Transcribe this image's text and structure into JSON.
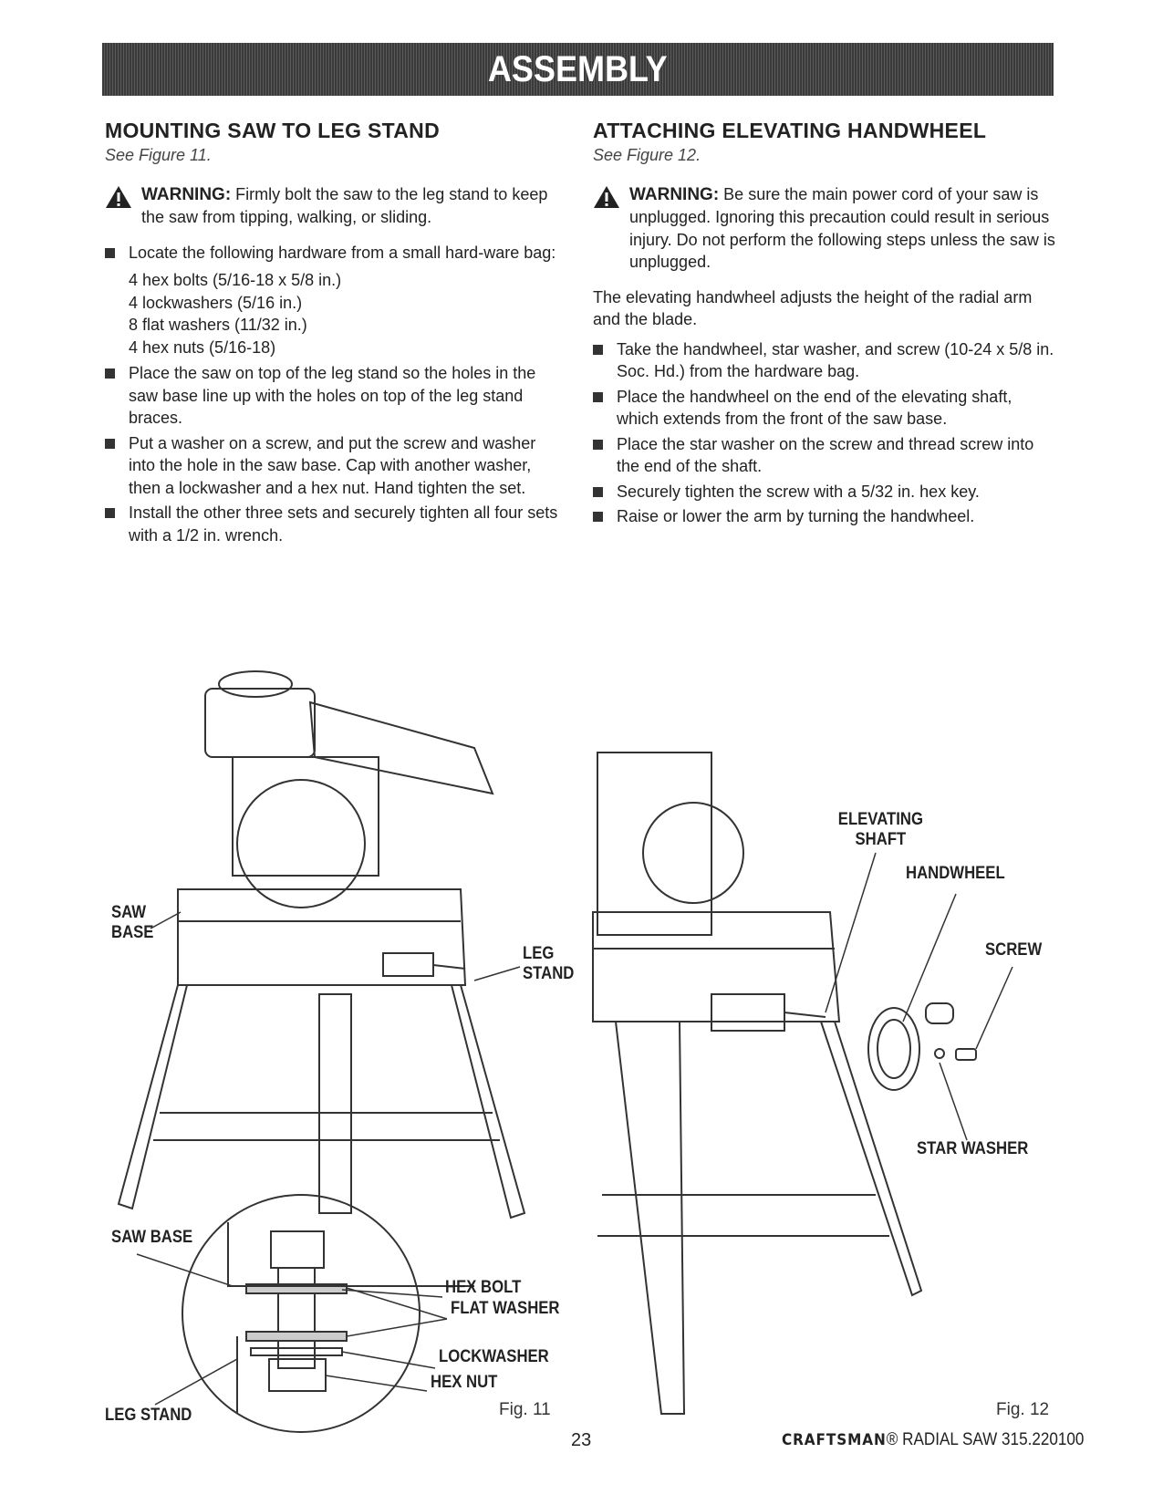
{
  "header": {
    "title": "ASSEMBLY"
  },
  "left": {
    "heading": "MOUNTING SAW TO LEG STAND",
    "see_figure": "See Figure 11.",
    "warning_label": "WARNING:",
    "warning_text": "Firmly bolt the saw to the leg stand to keep the saw from tipping, walking, or sliding.",
    "bullet_1": "Locate the following hardware from a small hard-ware bag:",
    "hardware": [
      "4 hex bolts (5/16-18 x 5/8 in.)",
      "4 lockwashers (5/16 in.)",
      "8 flat washers (11/32 in.)",
      "4 hex nuts (5/16-18)"
    ],
    "bullets": [
      "Place the saw on top of the leg stand so the holes in the saw base line up with the holes on top of the leg stand braces.",
      "Put a washer on a screw, and put the screw and washer into the hole in the saw base. Cap with another washer, then a lockwasher and a hex nut. Hand tighten the set.",
      "Install the other three sets and securely tighten all four sets with a 1/2 in. wrench."
    ]
  },
  "right": {
    "heading": "ATTACHING ELEVATING HANDWHEEL",
    "see_figure": "See Figure 12.",
    "warning_label": "WARNING:",
    "warning_text": "Be sure the main power cord of your saw is unplugged. Ignoring this precaution could result in serious injury. Do not perform the following steps unless the saw is unplugged.",
    "intro": "The elevating handwheel adjusts the height of the radial arm and the blade.",
    "bullets": [
      "Take the handwheel, star washer, and screw (10-24 x 5/8 in. Soc. Hd.) from the hardware bag.",
      "Place the handwheel on the end of the elevating shaft, which extends from the front of the saw base.",
      "Place the star washer on the screw and thread screw into the end of the shaft.",
      "Securely tighten the screw with a 5/32 in. hex key.",
      "Raise or lower the arm by turning the handwheel."
    ]
  },
  "fig11": {
    "saw_base": "SAW BASE",
    "leg_stand": "LEG STAND",
    "detail_saw_base": "SAW BASE",
    "hex_bolt": "HEX BOLT",
    "flat_washer": "FLAT WASHER",
    "lockwasher": "LOCKWASHER",
    "hex_nut": "HEX NUT",
    "detail_leg_stand": "LEG STAND",
    "caption": "Fig. 11"
  },
  "fig12": {
    "elevating_shaft": "ELEVATING SHAFT",
    "handwheel": "HANDWHEEL",
    "screw": "SCREW",
    "star_washer": "STAR WASHER",
    "caption": "Fig. 12"
  },
  "footer": {
    "page_number": "23",
    "brand": "CRAFTSMAN",
    "model": "RADIAL SAW 315.220100"
  }
}
